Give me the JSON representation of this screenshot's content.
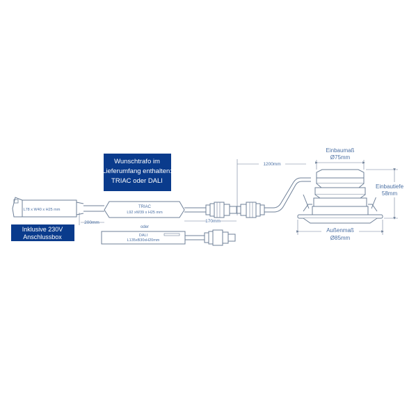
{
  "callouts": {
    "transformer_line1": "Wunschtrafo im",
    "transformer_line2": "Lieferumfang enthalten:",
    "transformer_line3": "TRIAC oder DALI",
    "box_line1": "Inklusive 230V",
    "box_line2": "Anschlussbox"
  },
  "labels": {
    "junction_box_dims": "L78 x W40 x H25 mm",
    "triac_name": "TRIAC",
    "triac_dims": "L92 xW39 x H25 mm",
    "oder": "oder",
    "dali_name": "DALI",
    "dali_dims": "L135xB30xH20mm",
    "cable_200": "200mm",
    "cable_170": "170mm",
    "cable_1200": "1200mm"
  },
  "dimensions": {
    "einbaumass_label": "Einbaumaß",
    "einbaumass_value": "Ø75mm",
    "aussenmass_label": "Außenmaß",
    "aussenmass_value": "Ø85mm",
    "einbautiefe_label": "Einbautiefe",
    "einbautiefe_value": "58mm"
  },
  "colors": {
    "line": "#6d7f97",
    "accent": "#0a3b8c",
    "label": "#4a6fa3"
  }
}
